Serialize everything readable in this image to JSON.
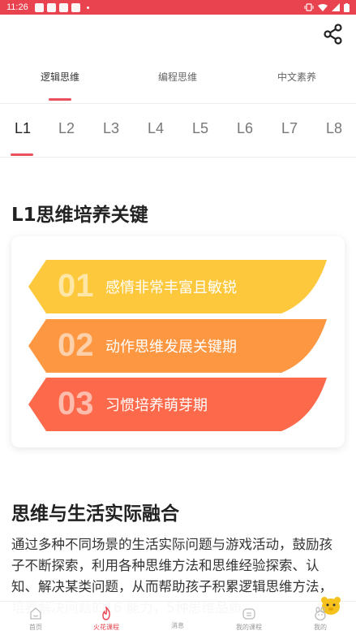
{
  "status_bar": {
    "time": "11:26"
  },
  "top_tabs": [
    {
      "label": "逻辑思维",
      "active": true
    },
    {
      "label": "编程思维",
      "active": false
    },
    {
      "label": "中文素养",
      "active": false
    }
  ],
  "level_tabs": [
    "L1",
    "L2",
    "L3",
    "L4",
    "L5",
    "L6",
    "L7",
    "L8"
  ],
  "section1": {
    "title": "L1思维培养关键",
    "items": [
      {
        "num": "01",
        "text": "感情非常丰富且敏锐",
        "color": "#fdc83c"
      },
      {
        "num": "02",
        "text": "动作思维发展关键期",
        "color": "#fd9742"
      },
      {
        "num": "03",
        "text": "习惯培养萌芽期",
        "color": "#fd6a4b"
      }
    ]
  },
  "section2": {
    "title": "思维与生活实际融合",
    "body": "通过多种不同场景的生活实际问题与游戏活动，鼓励孩子不断探索，利用各种思维方法和思维经验探索、认知、解决某类问题，从而帮助孩子积累逻辑思维方法，培养解决问题的16 能力，5种思维品质"
  },
  "bottom_nav": [
    {
      "label": "首页",
      "icon": "home-icon"
    },
    {
      "label": "火花课程",
      "icon": "flame-icon",
      "active": true
    },
    {
      "label": "消息",
      "icon": "message-icon"
    },
    {
      "label": "我的课程",
      "icon": "my-course-icon"
    },
    {
      "label": "我的",
      "icon": "profile-icon"
    }
  ],
  "colors": {
    "accent": "#e8434f",
    "tab_indicator": "#e8505b"
  }
}
